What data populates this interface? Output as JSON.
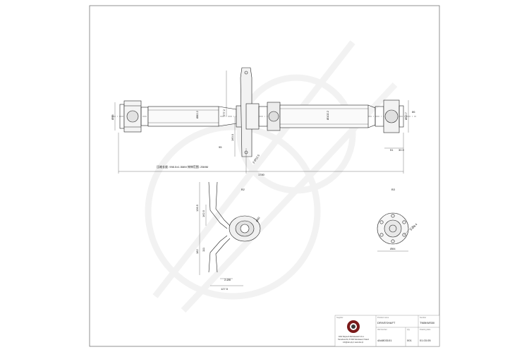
{
  "drawing": {
    "dimensions": {
      "overall_length": "1780",
      "bearing_offset": "95",
      "tube_dia_1": "Ø82.2",
      "tube_dia_2": "Ø102.2",
      "left_flange": "Ø98",
      "right_flange": "Ø96.7",
      "right_height": "86",
      "bearing_height_1": "277.2",
      "bearing_height_2": "160.0",
      "bracket_hole": "2-Ø12.5",
      "right_len_1": "51",
      "right_len_2": "30.9",
      "note": "压缩长度: 998.5±1.5MM  伸伸范围: 25MM"
    },
    "views": {
      "view_b_label": "B2",
      "view_c_label": "B3",
      "b_width_top": "136.5",
      "b_height_1": "162.5",
      "b_height_2": "182",
      "b_height_3": "111",
      "b_slot": "2-Ø8",
      "b_width_bottom": "127.5",
      "b_bore": "Ø50",
      "c_bolt": "6-Ø8.4",
      "c_dia": "Ø84"
    }
  },
  "title_block": {
    "supplier_label": "Supplier",
    "company_name": "DAN Wojciech Michalowski S.K.A.",
    "company_address": "Tamarkow 82, 87-800 Wloclawek, Poland",
    "company_contact": "info@dan-pl.pl, www.dan.pl",
    "product_label": "Product name",
    "product_value": "DRIVESHAFT",
    "number_label": "Number",
    "number_value": "TNBKMS50",
    "oe_label": "OE Number",
    "oe_value": "4A4803101",
    "qty_label": "Qty",
    "qty_value": "001",
    "date_label": "Drawing date",
    "date_value": "01.03.05"
  }
}
